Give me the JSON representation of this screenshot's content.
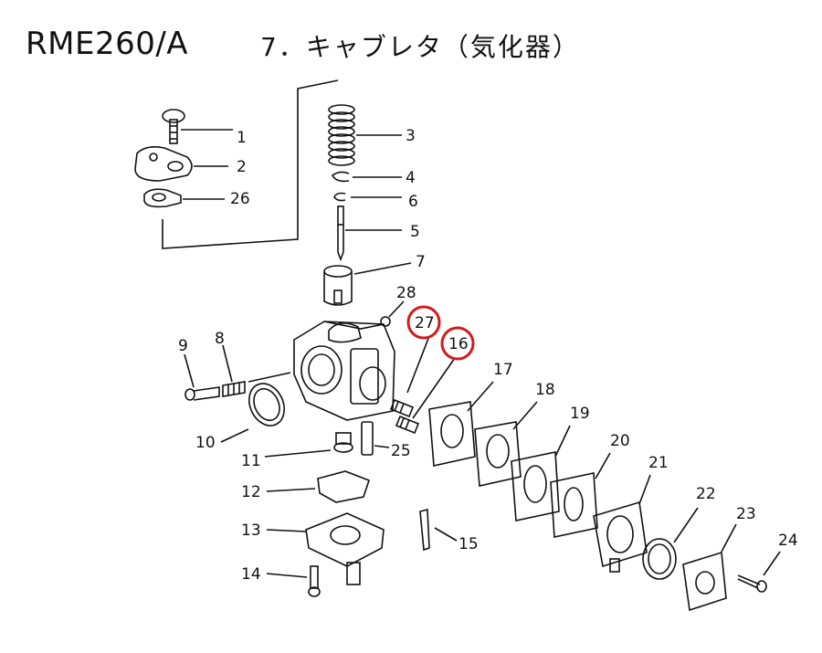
{
  "header": {
    "model": "RME260/A",
    "section": "7．キャブレタ（気化器）"
  },
  "parts": {
    "p1": "1",
    "p2": "2",
    "p3": "3",
    "p4": "4",
    "p5": "5",
    "p6": "6",
    "p7": "7",
    "p8": "8",
    "p9": "9",
    "p10": "10",
    "p11": "11",
    "p12": "12",
    "p13": "13",
    "p14": "14",
    "p15": "15",
    "p16": "16",
    "p17": "17",
    "p18": "18",
    "p19": "19",
    "p20": "20",
    "p21": "21",
    "p22": "22",
    "p23": "23",
    "p24": "24",
    "p25": "25",
    "p26": "26",
    "p27": "27",
    "p28": "28"
  },
  "highlights": [
    "27",
    "16"
  ],
  "colors": {
    "highlight": "#d41a1a",
    "line": "#111111"
  }
}
